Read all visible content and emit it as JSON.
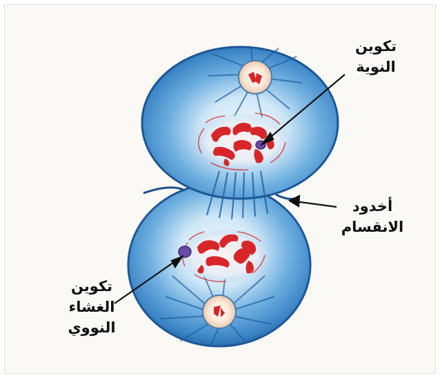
{
  "labels": {
    "nucleolus_formation": [
      "تكوين",
      "النوية"
    ],
    "cleavage_furrow": [
      "أخدود",
      "الانقسام"
    ],
    "nuclear_membrane_formation": [
      "تكوين",
      "الغشاء",
      "النووي"
    ]
  },
  "colors": {
    "cell_blue": "#3f8ccc",
    "cell_dark_blue": "#1b5b9c",
    "cell_light": "#e3f2fb",
    "chromosome_red": "#d7262a",
    "background": "#faf9f5"
  }
}
